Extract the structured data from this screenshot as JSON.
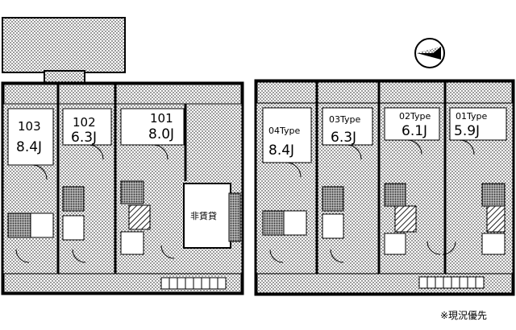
{
  "units": [
    {
      "name": "103",
      "size": "8.4J"
    },
    {
      "name": "102",
      "size": "6.3J"
    },
    {
      "name": "101",
      "size": "8.0J"
    },
    {
      "name": "04Type",
      "size": "8.4J"
    },
    {
      "name": "03Type",
      "size": "6.3J"
    },
    {
      "name": "02Type",
      "size": "6.1J"
    },
    {
      "name": "01Type",
      "size": "5.9J"
    }
  ],
  "not_for_rent_label": "非賃貸",
  "footnote": "※現況優先",
  "compass_icon": "north-arrow-icon"
}
